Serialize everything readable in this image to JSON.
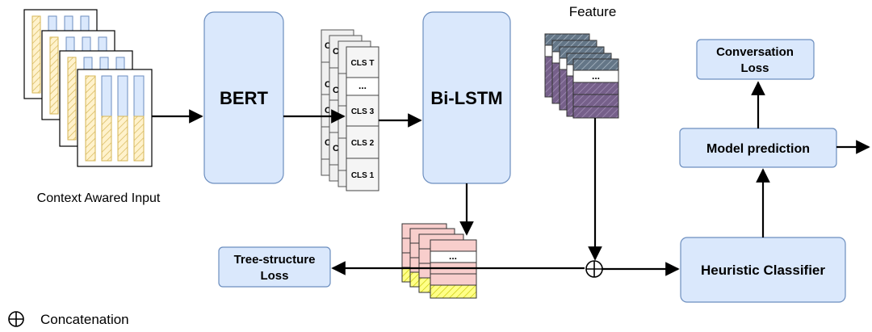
{
  "input_label": "Context Awared Input",
  "bert_label": "BERT",
  "cls_labels": [
    "CLS T",
    "...",
    "CLS 3",
    "CLS 2",
    "CLS 1"
  ],
  "cls_partial_letter": "C",
  "bilstm_label": "Bi-LSTM",
  "feature_label": "Feature",
  "feature_dots": "...",
  "lstm_out_dots": "...",
  "tree_loss_label": [
    "Tree-structure",
    "Loss"
  ],
  "heuristic_label": "Heuristic Classifier",
  "model_pred_label": "Model prediction",
  "conv_loss_label": [
    "Conversation",
    "Loss"
  ],
  "legend_label": "Concatenation",
  "colors": {
    "box_fill": "#dae8fc",
    "box_stroke": "#6c8ebf",
    "yellow_fill": "#fff2cc",
    "yellow_stroke": "#d6b656",
    "pink_fill": "#f8cecc",
    "pink_stroke": "#b85450",
    "lime_fill": "#ffff88",
    "purple_fill": "#76608a",
    "slate_fill": "#647687"
  }
}
